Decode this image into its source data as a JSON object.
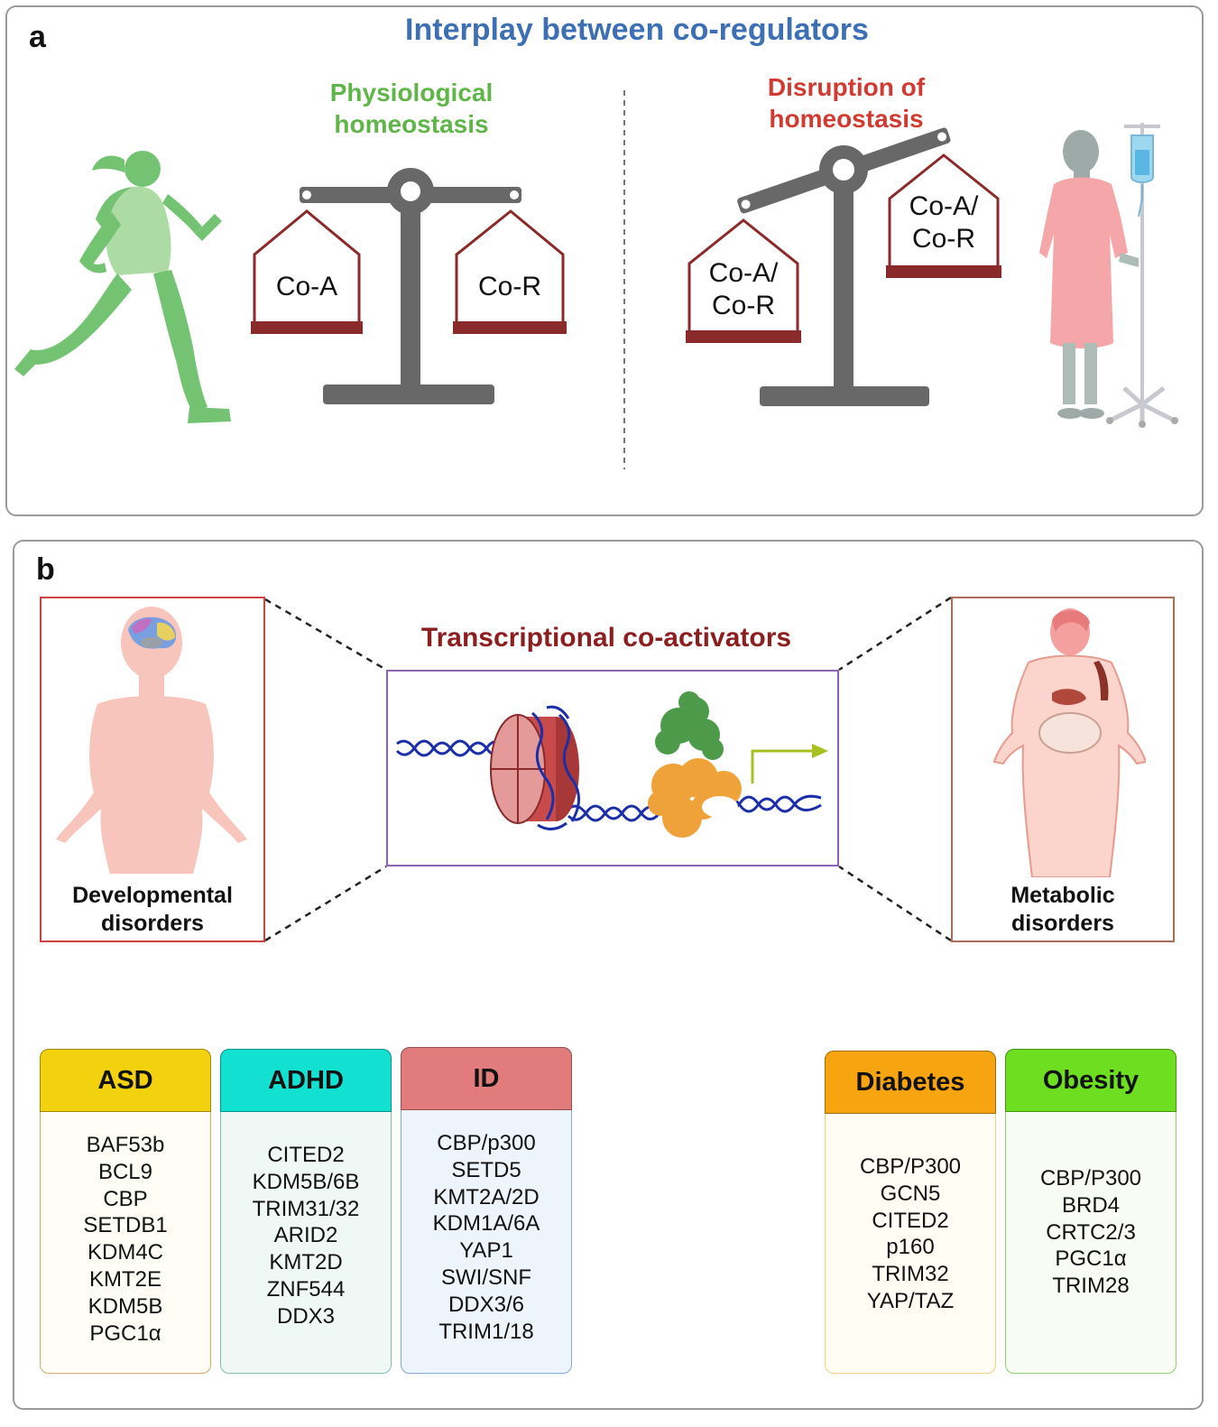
{
  "panel_a": {
    "letter": "a",
    "title": "Interplay between co-regulators",
    "left_title_line1": "Physiological",
    "left_title_line2": "homeostasis",
    "right_title_line1": "Disruption of",
    "right_title_line2": "homeostasis",
    "left_pans": [
      "Co-A",
      "Co-R"
    ],
    "right_pan_low_line1": "Co-A/",
    "right_pan_low_line2": "Co-R",
    "right_pan_high_line1": "Co-A/",
    "right_pan_high_line2": "Co-R",
    "colors": {
      "title": "#3d6fb4",
      "physiological": "#5fb548",
      "disruption": "#d23a31",
      "scale": "#686868",
      "pan": "#8b2a2a"
    }
  },
  "panel_b": {
    "letter": "b",
    "title": "Transcriptional co-activators",
    "left_frame_line1": "Developmental",
    "left_frame_line2": "disorders",
    "right_frame_line1": "Metabolic",
    "right_frame_line2": "disorders",
    "colors": {
      "title": "#8b1e1e",
      "dna": "#1c2fa8",
      "nucleosome": "#c94a4a",
      "coactivator_top": "#4c9a4a",
      "coactivator_bottom": "#f0a23a",
      "arrow": "#a8c020"
    },
    "disorders": [
      {
        "name": "ASD",
        "color": "#f2d10e",
        "bg": "#fefef6",
        "items": [
          "BAF53b",
          "BCL9",
          "CBP",
          "SETDB1",
          "KDM4C",
          "KMT2E",
          "KDM5B",
          "PGC1α"
        ]
      },
      {
        "name": "ADHD",
        "color": "#12e0d0",
        "bg": "#f0f8f6",
        "items": [
          "CITED2",
          "KDM5B/6B",
          "TRIM31/32",
          "ARID2",
          "KMT2D",
          "ZNF544",
          "DDX3"
        ]
      },
      {
        "name": "ID",
        "color": "#e27b7b",
        "bg": "#eef4fb",
        "items": [
          "CBP/p300",
          "SETD5",
          "KMT2A/2D",
          "KDM1A/6A",
          "YAP1",
          "SWI/SNF",
          "DDX3/6",
          "TRIM1/18"
        ]
      },
      {
        "name": "Diabetes",
        "color": "#f6a510",
        "bg": "#fffdf4",
        "items": [
          "CBP/P300",
          "GCN5",
          "CITED2",
          "p160",
          "TRIM32",
          "YAP/TAZ"
        ]
      },
      {
        "name": "Obesity",
        "color": "#6ede20",
        "bg": "#f8fcf4",
        "items": [
          "CBP/P300",
          "BRD4",
          "CRTC2/3",
          "PGC1α",
          "TRIM28"
        ]
      }
    ]
  }
}
